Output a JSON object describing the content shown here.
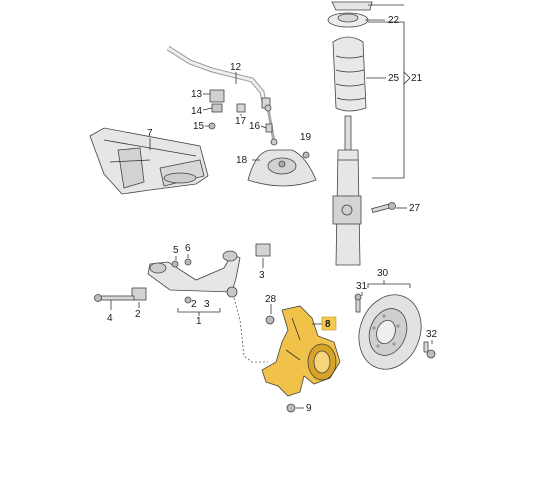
{
  "diagram": {
    "part_numbers": {
      "p1": "1",
      "p2a": "2",
      "p2b": "2",
      "p3a": "3",
      "p3b": "3",
      "p4": "4",
      "p5": "5",
      "p6": "6",
      "p7": "7",
      "p8": "8",
      "p9": "9",
      "p12": "12",
      "p13": "13",
      "p14": "14",
      "p15": "15",
      "p16": "16",
      "p17": "17",
      "p18": "18",
      "p19": "19",
      "p21": "21",
      "p22": "22",
      "p25": "25",
      "p27": "27",
      "p28": "28",
      "p30": "30",
      "p31": "31",
      "p32": "32"
    },
    "highlighted_part": "8",
    "colors": {
      "highlight_fill": "#f0c24a",
      "highlight_label_bg": "#f3c94f",
      "part_fill": "#e9e9e9",
      "line": "#333333"
    }
  }
}
